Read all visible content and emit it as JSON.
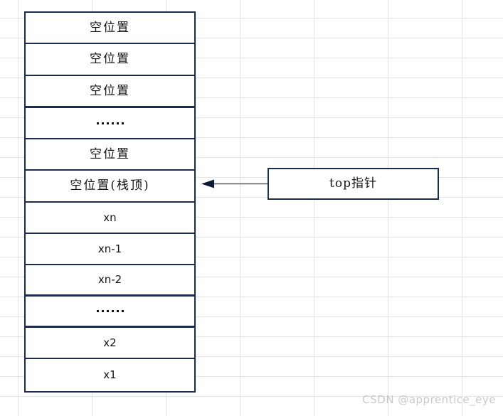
{
  "diagram": {
    "title": "stack-structure-diagram",
    "colors": {
      "border": "#1b2c4e",
      "grid_line": "#e2e2e2",
      "background": "#ffffff",
      "text": "#141414",
      "arrow_line": "#595959",
      "arrow_head": "#0d1a33",
      "watermark": "#c9c9c9"
    },
    "stack": {
      "name": "stack-container",
      "cells": [
        {
          "label": "空位置",
          "kind": "cjk",
          "thick_bottom": false
        },
        {
          "label": "空位置",
          "kind": "cjk",
          "thick_bottom": false
        },
        {
          "label": "空位置",
          "kind": "cjk",
          "thick_bottom": true
        },
        {
          "label": "······",
          "kind": "dots",
          "thick_bottom": false
        },
        {
          "label": "空位置",
          "kind": "cjk",
          "thick_bottom": false
        },
        {
          "label": "空位置(栈顶)",
          "kind": "cjk",
          "thick_bottom": false
        },
        {
          "label": "xn",
          "kind": "latin",
          "thick_bottom": false
        },
        {
          "label": "xn-1",
          "kind": "latin",
          "thick_bottom": false
        },
        {
          "label": "xn-2",
          "kind": "latin",
          "thick_bottom": true
        },
        {
          "label": "······",
          "kind": "dots",
          "thick_bottom": true
        },
        {
          "label": "x2",
          "kind": "latin",
          "thick_bottom": false
        },
        {
          "label": "x1",
          "kind": "latin",
          "thick_bottom": false
        }
      ]
    },
    "pointer": {
      "label": "top指针",
      "arrow_direction": "left",
      "points_to_cell_index": 5
    },
    "watermark": "CSDN @apprentice_eye"
  }
}
